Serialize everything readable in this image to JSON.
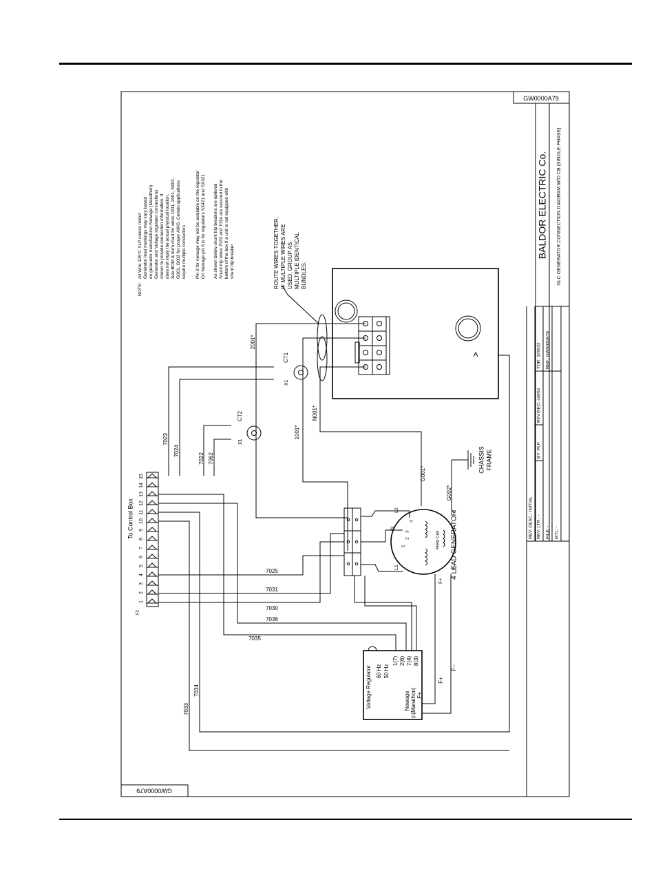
{
  "drawing": {
    "number": "GW0000A79",
    "company": "BALDOR ELECTRIC Co.",
    "title": "GLC GENERATOR CONNECTION DIAGRAM W/O CB (SINGLE PHASE)"
  },
  "notes": {
    "heading": "NOTE:",
    "lines": [
      "All Wire 125°C XLP unless noted",
      "Generator lead markings may vary based",
      "on generator manufacturer Newage (Marathon)",
      "Generator and Voltage regulator connections",
      "shown to provide connection information. It",
      "does not imply the actual physical location.",
      "See BOM & term chart for wires 1001, 2001, N001,",
      "G001, G002 for proper AWG. Certain applications",
      "require multiple conductors",
      "",
      "Pin 8 for newage may not be available on the regulator",
      "On Newage pin 6 is for regulators SX421 and SX321",
      "",
      "As shown below shunt trip breakers are optional",
      "Shunt trip wires 7033 and 7034 are secured in the",
      "bottom of the box if a unit is not equipped with",
      "shunt trip breaker"
    ]
  },
  "route_note": [
    "ROUTE WIRES TOGETHER,",
    "IF MULTIPLE WIRES ARE",
    "USED, GROUP AS",
    "MULTIPLE IDENTICAL",
    "BUNDLES."
  ],
  "title_block": {
    "row1": [
      "REV. DESC.: INITIAL"
    ],
    "row2": [
      "REV. LTR.: -",
      "BY: PLF",
      "REVISED: 4/8/04",
      "TDR: 329532"
    ],
    "row3": [
      "FILE: -",
      "REF.: GW0000A79"
    ],
    "row4": [
      "MTL: -"
    ]
  },
  "control_box": {
    "label": "To Control Box",
    "strip_label": "F2",
    "terminals": [
      "1",
      "2",
      "3",
      "4",
      "5",
      "6",
      "7",
      "8",
      "9",
      "10",
      "11",
      "12",
      "13",
      "14",
      "15"
    ]
  },
  "wires": {
    "w7023": "7023",
    "w7024": "7024",
    "w7022": "7022",
    "w7062": "7062",
    "w7025": "7025",
    "w7031": "7031",
    "w7030": "7030",
    "w7036": "7036",
    "w7035": "7035",
    "w7033": "7033",
    "w7034": "7034",
    "w2001": "2001*",
    "w1001": "1001*",
    "wN001": "N001*",
    "wG001": "G001*",
    "wG002": "G002*",
    "fplus": "F+",
    "fminus": "F–"
  },
  "ct1": {
    "name": "CT1",
    "x": "X1"
  },
  "ct2": {
    "name": "CT2",
    "x": "X1"
  },
  "chassis": [
    "CHASSIS",
    "FRAME"
  ],
  "generator": {
    "label": "4 LEAD GENERATOR",
    "field_coil": "Field Coil",
    "fplus": "F+",
    "fminus": "F–",
    "leads": [
      "L1",
      "L2",
      "N",
      "1",
      "2",
      "3",
      "4"
    ]
  },
  "regulator": {
    "title": "Voltage Regulator",
    "brand": [
      "Newage",
      "(Marathon)"
    ],
    "freq": [
      "60 Hz",
      "50 Hz"
    ],
    "pins": [
      "1(7)",
      "2(6)",
      "7(4)",
      "8(3)"
    ],
    "fminus": "F–",
    "fplus": "F+"
  }
}
